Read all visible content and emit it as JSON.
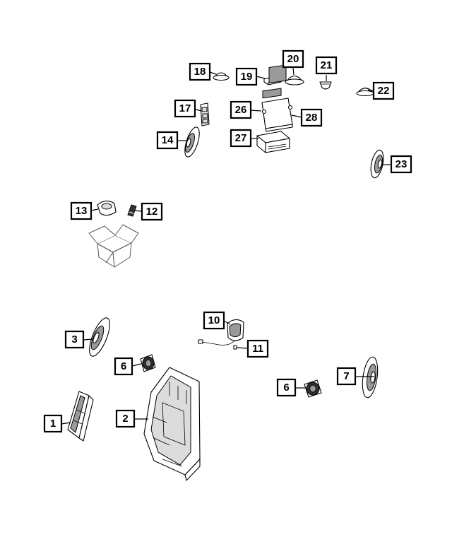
{
  "diagram": {
    "callouts": [
      {
        "id": "c18",
        "label": "18"
      },
      {
        "id": "c19",
        "label": "19"
      },
      {
        "id": "c20",
        "label": "20"
      },
      {
        "id": "c21",
        "label": "21"
      },
      {
        "id": "c22",
        "label": "22"
      },
      {
        "id": "c17",
        "label": "17"
      },
      {
        "id": "c26",
        "label": "26"
      },
      {
        "id": "c28",
        "label": "28"
      },
      {
        "id": "c14",
        "label": "14"
      },
      {
        "id": "c27",
        "label": "27"
      },
      {
        "id": "c23",
        "label": "23"
      },
      {
        "id": "c13",
        "label": "13"
      },
      {
        "id": "c12",
        "label": "12"
      },
      {
        "id": "c10",
        "label": "10"
      },
      {
        "id": "c3",
        "label": "3"
      },
      {
        "id": "c11",
        "label": "11"
      },
      {
        "id": "c6a",
        "label": "6"
      },
      {
        "id": "c7",
        "label": "7"
      },
      {
        "id": "c6b",
        "label": "6"
      },
      {
        "id": "c1",
        "label": "1"
      },
      {
        "id": "c2",
        "label": "2"
      }
    ]
  }
}
